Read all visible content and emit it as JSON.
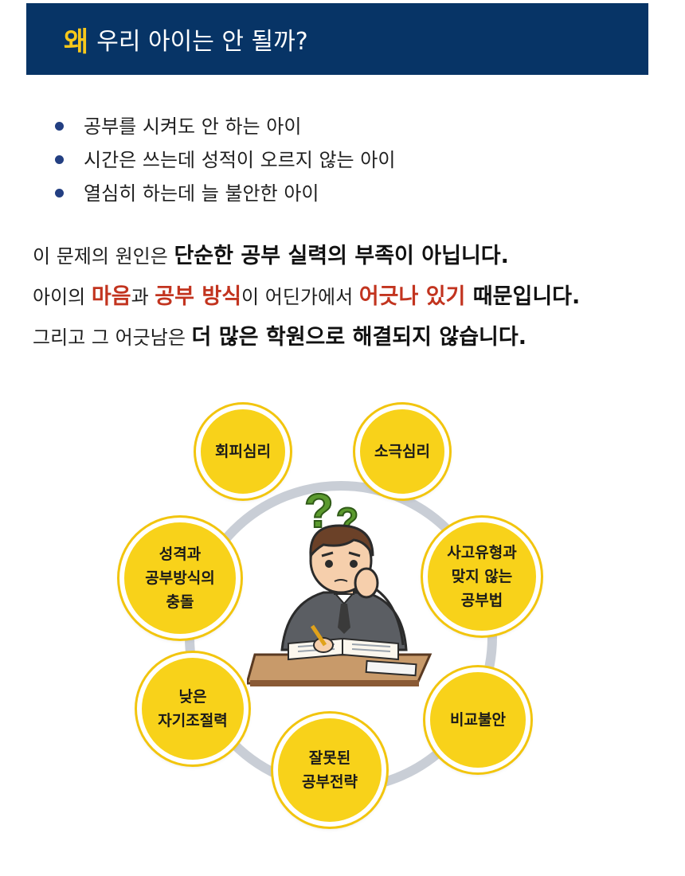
{
  "banner": {
    "accent": "왜",
    "title": "우리 아이는 안 될까?",
    "background": "#073466",
    "accent_color": "#f7c81b"
  },
  "bullets": [
    "공부를 시켜도 안 하는 아이",
    "시간은 쓰는데 성적이 오르지 않는 아이",
    "열심히 하는데 늘 불안한 아이"
  ],
  "paragraph": {
    "line1": [
      "이 문제의 원인은 ",
      "단순한 공부 실력의 부족이 아닙니다."
    ],
    "line2": [
      "아이의 ",
      "마음",
      "과 ",
      "공부 방식",
      "이 어딘가에서 ",
      "어긋나 있기",
      " 때문입니다."
    ],
    "line3": [
      "그리고 그 어긋남은 ",
      "더 많은 학원으로 해결되지 않습니다."
    ]
  },
  "diagram": {
    "center_icon": "student-confused-icon",
    "question_marks": "??",
    "node_color": "#f8d21a",
    "nodes": [
      "회피심리",
      "소극심리",
      "사고유형과\n맞지 않는\n공부법",
      "비교불안",
      "잘못된\n공부전략",
      "낮은\n자기조절력",
      "성격과\n공부방식의\n충돌"
    ]
  }
}
